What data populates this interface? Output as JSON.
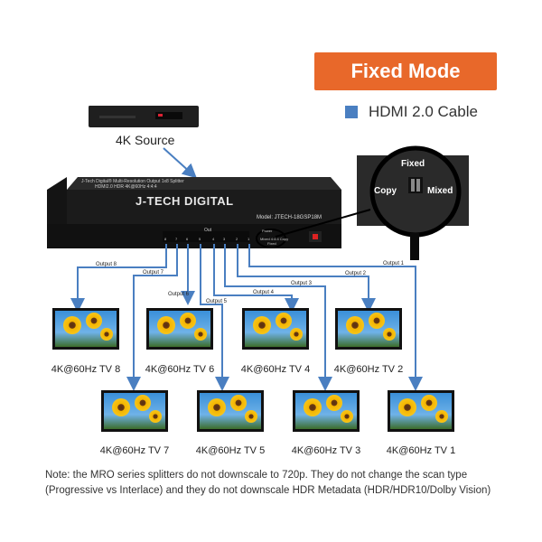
{
  "banner": {
    "title": "Fixed Mode"
  },
  "legend": {
    "label": "HDMI 2.0 Cable",
    "color": "#4a7fc1"
  },
  "source": {
    "label": "4K Source"
  },
  "splitter": {
    "brand": "J-TECH DIGITAL",
    "top_caption": "J-Tech Digital® Multi-Resolution Output 1x8 Splitter",
    "top_caption2": "HDMI2.0 HDR 4K@60Hz 4:4:4",
    "model": "Model: JTECH-18GSP18M",
    "out_label": "Out",
    "port_numbers": [
      "8",
      "7",
      "6",
      "5",
      "4",
      "3",
      "2",
      "1"
    ],
    "power_label": "Power",
    "mode_label": "Mixed 4:4:4 Copy",
    "mode_label2": "Fixed"
  },
  "magnifier": {
    "fixed": "Fixed",
    "copy": "Copy",
    "mixed": "Mixed"
  },
  "outputs": [
    "Output 8",
    "Output 7",
    "Output 6",
    "Output 5",
    "Output 4",
    "Output 3",
    "Output 2",
    "Output 1"
  ],
  "tvs": {
    "tv8": "4K@60Hz TV 8",
    "tv6": "4K@60Hz TV 6",
    "tv4": "4K@60Hz TV 4",
    "tv2": "4K@60Hz TV 2",
    "tv7": "4K@60Hz TV 7",
    "tv5": "4K@60Hz TV 5",
    "tv3": "4K@60Hz TV 3",
    "tv1": "4K@60Hz TV 1"
  },
  "note": "Note: the MRO series splitters do not downscale to 720p. They do not change the scan type (Progressive vs Interlace) and they do not downscale HDR Metadata (HDR/HDR10/Dolby Vision)"
}
